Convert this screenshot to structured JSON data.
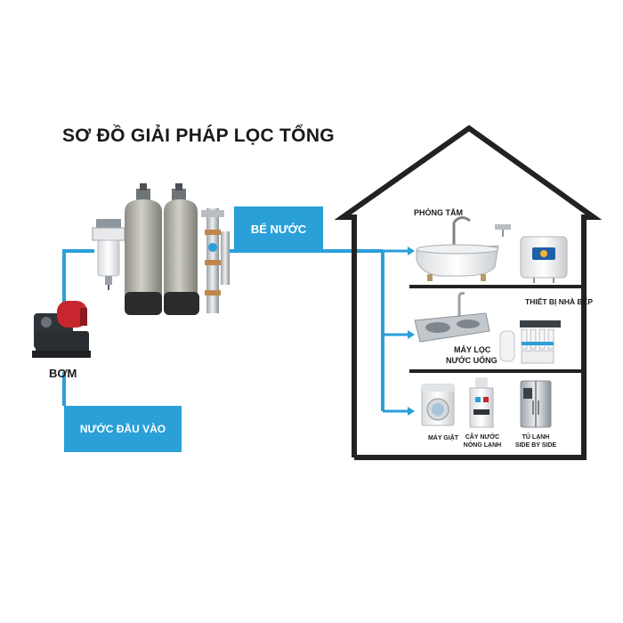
{
  "title": "SƠ ĐỒ GIẢI PHÁP LỌC TỔNG",
  "labels": {
    "be_nuoc": "BỂ NƯỚC",
    "nuoc_dau_vao": "NƯỚC ĐẦU VÀO",
    "bom": "BƠM"
  },
  "rooms": {
    "bathroom": "PHÒNG TẮM",
    "kitchen": "THIẾT BỊ NHÀ BẾP",
    "ro_line1": "MÁY LỌC",
    "ro_line2": "NƯỚC UỐNG",
    "washer": "MÁY GIẶT",
    "dispenser_line1": "CÂY NƯỚC",
    "dispenser_line2": "NÓNG LẠNH",
    "fridge_line1": "TỦ LẠNH",
    "fridge_line2": "SIDE BY SIDE"
  },
  "colors": {
    "pipe": "#2a9fd8",
    "house": "#222222",
    "tank_body": "#b7b6ae",
    "tank_base": "#2b2b2b",
    "pump_red": "#c8262e"
  }
}
